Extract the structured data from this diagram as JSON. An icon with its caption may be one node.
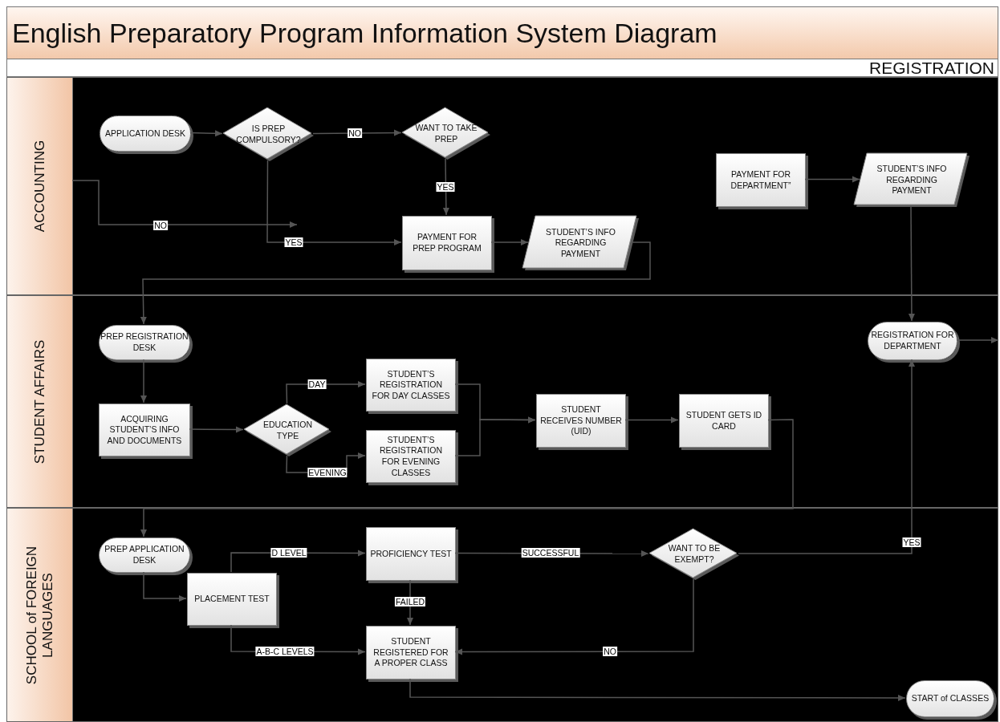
{
  "diagram": {
    "title": "English Preparatory Program Information System Diagram",
    "nodes": [
      {
        "text": [
          "ACCOUNTING"
        ]
      },
      {
        "text": [
          "APPLICATION DESK"
        ],
        "in": 0
      },
      {
        "text": [
          "IS PREP COMPULSORY?"
        ],
        "in": 0
      },
      {
        "text": [
          "WANT TO TAKE PREP"
        ],
        "in": 0
      },
      {
        "text": [
          "PAYMENT FOR PREP PROGRAM"
        ],
        "in": 0
      },
      {
        "text": [
          "STUDENT’S INFO REGARDING PAYMENT"
        ],
        "in": 0
      },
      {
        "text": [
          "PAYMENT FOR DEPARTMENT”"
        ],
        "in": 0
      },
      {
        "text": [
          "STUDENT’S INFO REGARDING PAYMENT"
        ],
        "in": 0
      },
      {
        "text": [
          "STUDENT AFFAIRS"
        ]
      },
      {
        "text": [
          "PREP REGISTRATION DESK"
        ],
        "in": 8
      },
      {
        "text": [
          "ACQUIRING STUDENT’S INFO AND DOCUMENTS"
        ],
        "in": 8
      },
      {
        "text": [
          "EDUCATION TYPE"
        ],
        "in": 8
      },
      {
        "text": [
          "STUDENT’S REGISTRATION FOR DAY CLASSES"
        ],
        "in": 8
      },
      {
        "text": [
          "STUDENT’S REGISTRATION FOR EVENING CLASSES"
        ],
        "in": 8
      },
      {
        "text": [
          "STUDENT RECEIVES NUMBER (UID)"
        ],
        "in": 8
      },
      {
        "text": [
          "STUDENT GETS ID CARD"
        ],
        "in": 8
      },
      {
        "text": [
          "REGISTRATION FOR DEPARTMENT"
        ],
        "in": 8
      },
      {
        "text": [
          "SCHOOL of FOREIGN LANGUAGES"
        ]
      },
      {
        "text": [
          "PREP APPLICATION DESK"
        ],
        "in": 17
      },
      {
        "text": [
          "PLACEMENT TEST"
        ],
        "in": 17
      },
      {
        "text": [
          "PROFICIENCY TEST"
        ],
        "in": 17
      },
      {
        "text": [
          "WANT TO BE EXEMPT?"
        ],
        "in": 17
      },
      {
        "text": [
          "STUDENT REGISTERED FOR A PROPER CLASS"
        ],
        "in": 17
      },
      {
        "text": [
          "START of CLASSES"
        ],
        "in": 17
      }
    ],
    "edges": [
      {
        "from": 1,
        "to": 2,
        "arrow": "to"
      },
      {
        "from": 2,
        "to": 3,
        "arrow": "to",
        "label": "NO"
      },
      {
        "from": 3,
        "to": 4,
        "arrow": "to",
        "label": "YES"
      },
      {
        "from": 2,
        "to": 4,
        "arrow": "to",
        "label": "YES"
      },
      {
        "from": null,
        "to": 0,
        "arrow": "to",
        "label": "NO"
      },
      {
        "from": 4,
        "to": 5,
        "arrow": "to"
      },
      {
        "from": 5,
        "to": 9,
        "arrow": "to"
      },
      {
        "from": 6,
        "to": 7,
        "arrow": "to"
      },
      {
        "from": 7,
        "to": 16,
        "arrow": "to"
      },
      {
        "from": 16,
        "to": null,
        "arrow": "to"
      },
      {
        "from": 9,
        "to": 10,
        "arrow": "to"
      },
      {
        "from": 10,
        "to": 11,
        "arrow": "to"
      },
      {
        "from": 11,
        "to": 12,
        "arrow": "to",
        "label": "DAY"
      },
      {
        "from": 11,
        "to": 13,
        "arrow": "to",
        "label": "EVENING"
      },
      {
        "from": 12,
        "to": 14,
        "arrow": "to"
      },
      {
        "from": 13,
        "to": 14,
        "arrow": "to"
      },
      {
        "from": 14,
        "to": 15,
        "arrow": "to"
      },
      {
        "from": 15,
        "to": 18,
        "arrow": "to"
      },
      {
        "from": 18,
        "to": 19,
        "arrow": "to"
      },
      {
        "from": 19,
        "to": 20,
        "arrow": "to",
        "label": "D LEVEL"
      },
      {
        "from": 19,
        "to": 22,
        "arrow": "to",
        "label": "A-B-C LEVELS"
      },
      {
        "from": 20,
        "to": 22,
        "arrow": "to",
        "label": "FAILED"
      },
      {
        "from": 20,
        "to": 21,
        "arrow": "to",
        "label": "SUCCESSFUL"
      },
      {
        "from": 21,
        "to": 16,
        "arrow": "to",
        "label": "YES"
      },
      {
        "from": 21,
        "to": 22,
        "arrow": "to",
        "label": "NO"
      },
      {
        "from": 22,
        "to": 23,
        "arrow": "to"
      }
    ],
    "labels": [
      "REGISTRATION"
    ]
  }
}
